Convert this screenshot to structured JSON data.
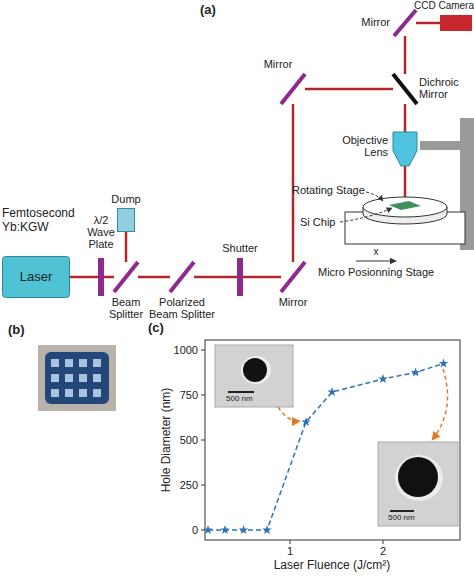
{
  "diagram": {
    "nodes": [
      {
        "text": [
          "Femtosecond Yb:KGW",
          "Laser"
        ]
      },
      {
        "text": [
          "λ/2 Wave Plate"
        ]
      },
      {
        "text": [
          "Dump"
        ]
      },
      {
        "text": [
          "Beam Splitter"
        ]
      },
      {
        "text": [
          "Polarized Beam Splitter"
        ]
      },
      {
        "text": [
          "Shutter"
        ]
      },
      {
        "text": [
          "Mirror"
        ]
      },
      {
        "text": [
          "Mirror"
        ]
      },
      {
        "text": [
          "Dichroic Mirror"
        ]
      },
      {
        "text": [
          "Mirror"
        ]
      },
      {
        "text": [
          "CCD Camera"
        ]
      },
      {
        "text": [
          "Objective Lens"
        ]
      }
    ],
    "edges": [
      {
        "from": 0,
        "to": 1,
        "arrow": "none"
      },
      {
        "from": 1,
        "to": 3,
        "arrow": "none"
      },
      {
        "from": 3,
        "to": 2,
        "arrow": "none"
      },
      {
        "from": 3,
        "to": 4,
        "arrow": "none"
      },
      {
        "from": 4,
        "to": 5,
        "arrow": "none"
      },
      {
        "from": 5,
        "to": 6,
        "arrow": "none"
      },
      {
        "from": 6,
        "to": 7,
        "arrow": "none"
      },
      {
        "from": 7,
        "to": 8,
        "arrow": "none"
      },
      {
        "from": 8,
        "to": 9,
        "arrow": "none"
      },
      {
        "from": 9,
        "to": 10,
        "arrow": "none"
      },
      {
        "from": 8,
        "to": 11,
        "arrow": "none"
      }
    ],
    "labels": [
      "(a)",
      "Rotating Stage",
      "Si Chip",
      "x",
      "Micro Posionning Stage",
      "(b)",
      "(c)",
      "Hole Diameter (nm)",
      "Laser Fluence (J/cm²)",
      "0",
      "250",
      "500",
      "750",
      "1000",
      "1",
      "2",
      "500 nm",
      "500 nm"
    ]
  }
}
